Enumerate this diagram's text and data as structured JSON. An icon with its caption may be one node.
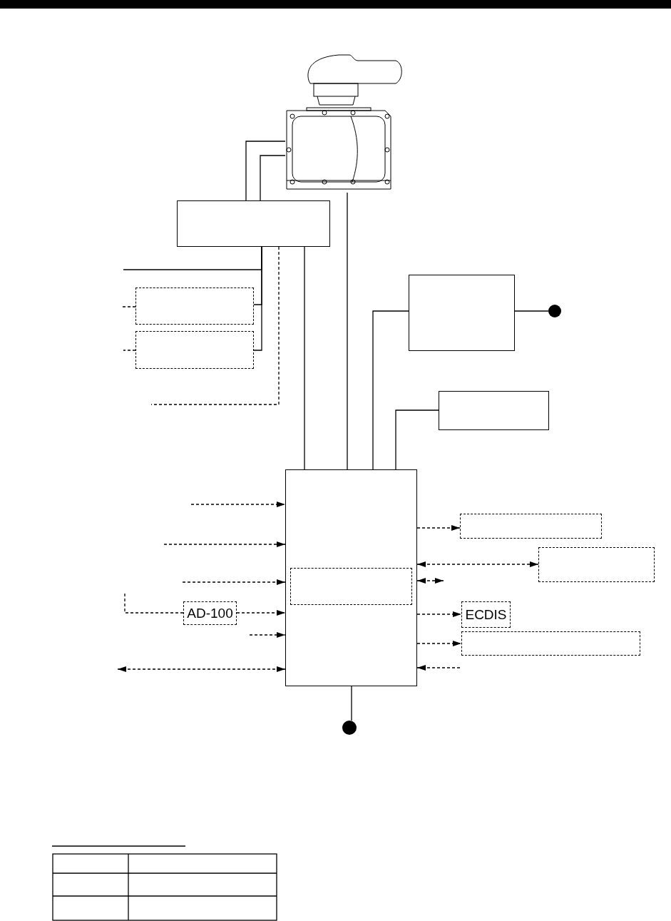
{
  "diagram": {
    "nodes": [
      {
        "text": [],
        "shape": "picture"
      },
      {
        "text": [],
        "shape": "box"
      },
      {
        "text": [],
        "shape": "box"
      },
      {
        "text": [],
        "shape": "box"
      },
      {
        "text": [],
        "shape": "box"
      },
      {
        "text": [],
        "shape": "circle"
      },
      {
        "text": [],
        "shape": "box"
      },
      {
        "text": [],
        "shape": "box"
      },
      {
        "text": [],
        "shape": "box",
        "in": 7
      },
      {
        "text": [
          "AD-100"
        ]
      },
      {
        "text": [],
        "shape": "box"
      },
      {
        "text": [],
        "shape": "box"
      },
      {
        "text": [
          "ECDIS"
        ]
      },
      {
        "text": [],
        "shape": "box"
      },
      {
        "text": [],
        "shape": "circle"
      }
    ],
    "edges": [
      {
        "from": 1,
        "to": 0,
        "arrow": "none"
      },
      {
        "from": 1,
        "to": 0,
        "arrow": "none"
      },
      {
        "from": 0,
        "to": 7,
        "arrow": "none"
      },
      {
        "from": 1,
        "to": null,
        "arrow": "none"
      },
      {
        "from": 1,
        "to": 2,
        "arrow": "none"
      },
      {
        "from": 1,
        "to": 3,
        "arrow": "none"
      },
      {
        "from": 2,
        "to": null,
        "arrow": "none",
        "style": "dashed"
      },
      {
        "from": 3,
        "to": null,
        "arrow": "none",
        "style": "dashed"
      },
      {
        "from": 1,
        "to": null,
        "arrow": "none",
        "style": "dashed"
      },
      {
        "from": 1,
        "to": 7,
        "arrow": "none"
      },
      {
        "from": 4,
        "to": 7,
        "arrow": "none"
      },
      {
        "from": 4,
        "to": 5,
        "arrow": "none"
      },
      {
        "from": 6,
        "to": 7,
        "arrow": "none"
      },
      {
        "from": null,
        "to": 7,
        "arrow": "to",
        "style": "dashed"
      },
      {
        "from": null,
        "to": 7,
        "arrow": "to",
        "style": "dashed"
      },
      {
        "from": null,
        "to": 7,
        "arrow": "to",
        "style": "dashed"
      },
      {
        "from": null,
        "to": 9,
        "arrow": "none",
        "style": "dashed"
      },
      {
        "from": 9,
        "to": 7,
        "arrow": "to",
        "style": "dashed"
      },
      {
        "from": null,
        "to": 7,
        "arrow": "to",
        "style": "dashed"
      },
      {
        "from": null,
        "to": 7,
        "arrow": "both",
        "style": "dashed"
      },
      {
        "from": 7,
        "to": 10,
        "arrow": "to",
        "style": "dashed"
      },
      {
        "from": 7,
        "to": 11,
        "arrow": "both",
        "style": "dashed"
      },
      {
        "from": 7,
        "to": null,
        "arrow": "both",
        "style": "dashed"
      },
      {
        "from": 7,
        "to": 12,
        "arrow": "to",
        "style": "dashed"
      },
      {
        "from": 7,
        "to": 13,
        "arrow": "to",
        "style": "dashed"
      },
      {
        "from": null,
        "to": 7,
        "arrow": "to",
        "style": "dashed"
      },
      {
        "from": 7,
        "to": 14,
        "arrow": "none"
      }
    ]
  }
}
